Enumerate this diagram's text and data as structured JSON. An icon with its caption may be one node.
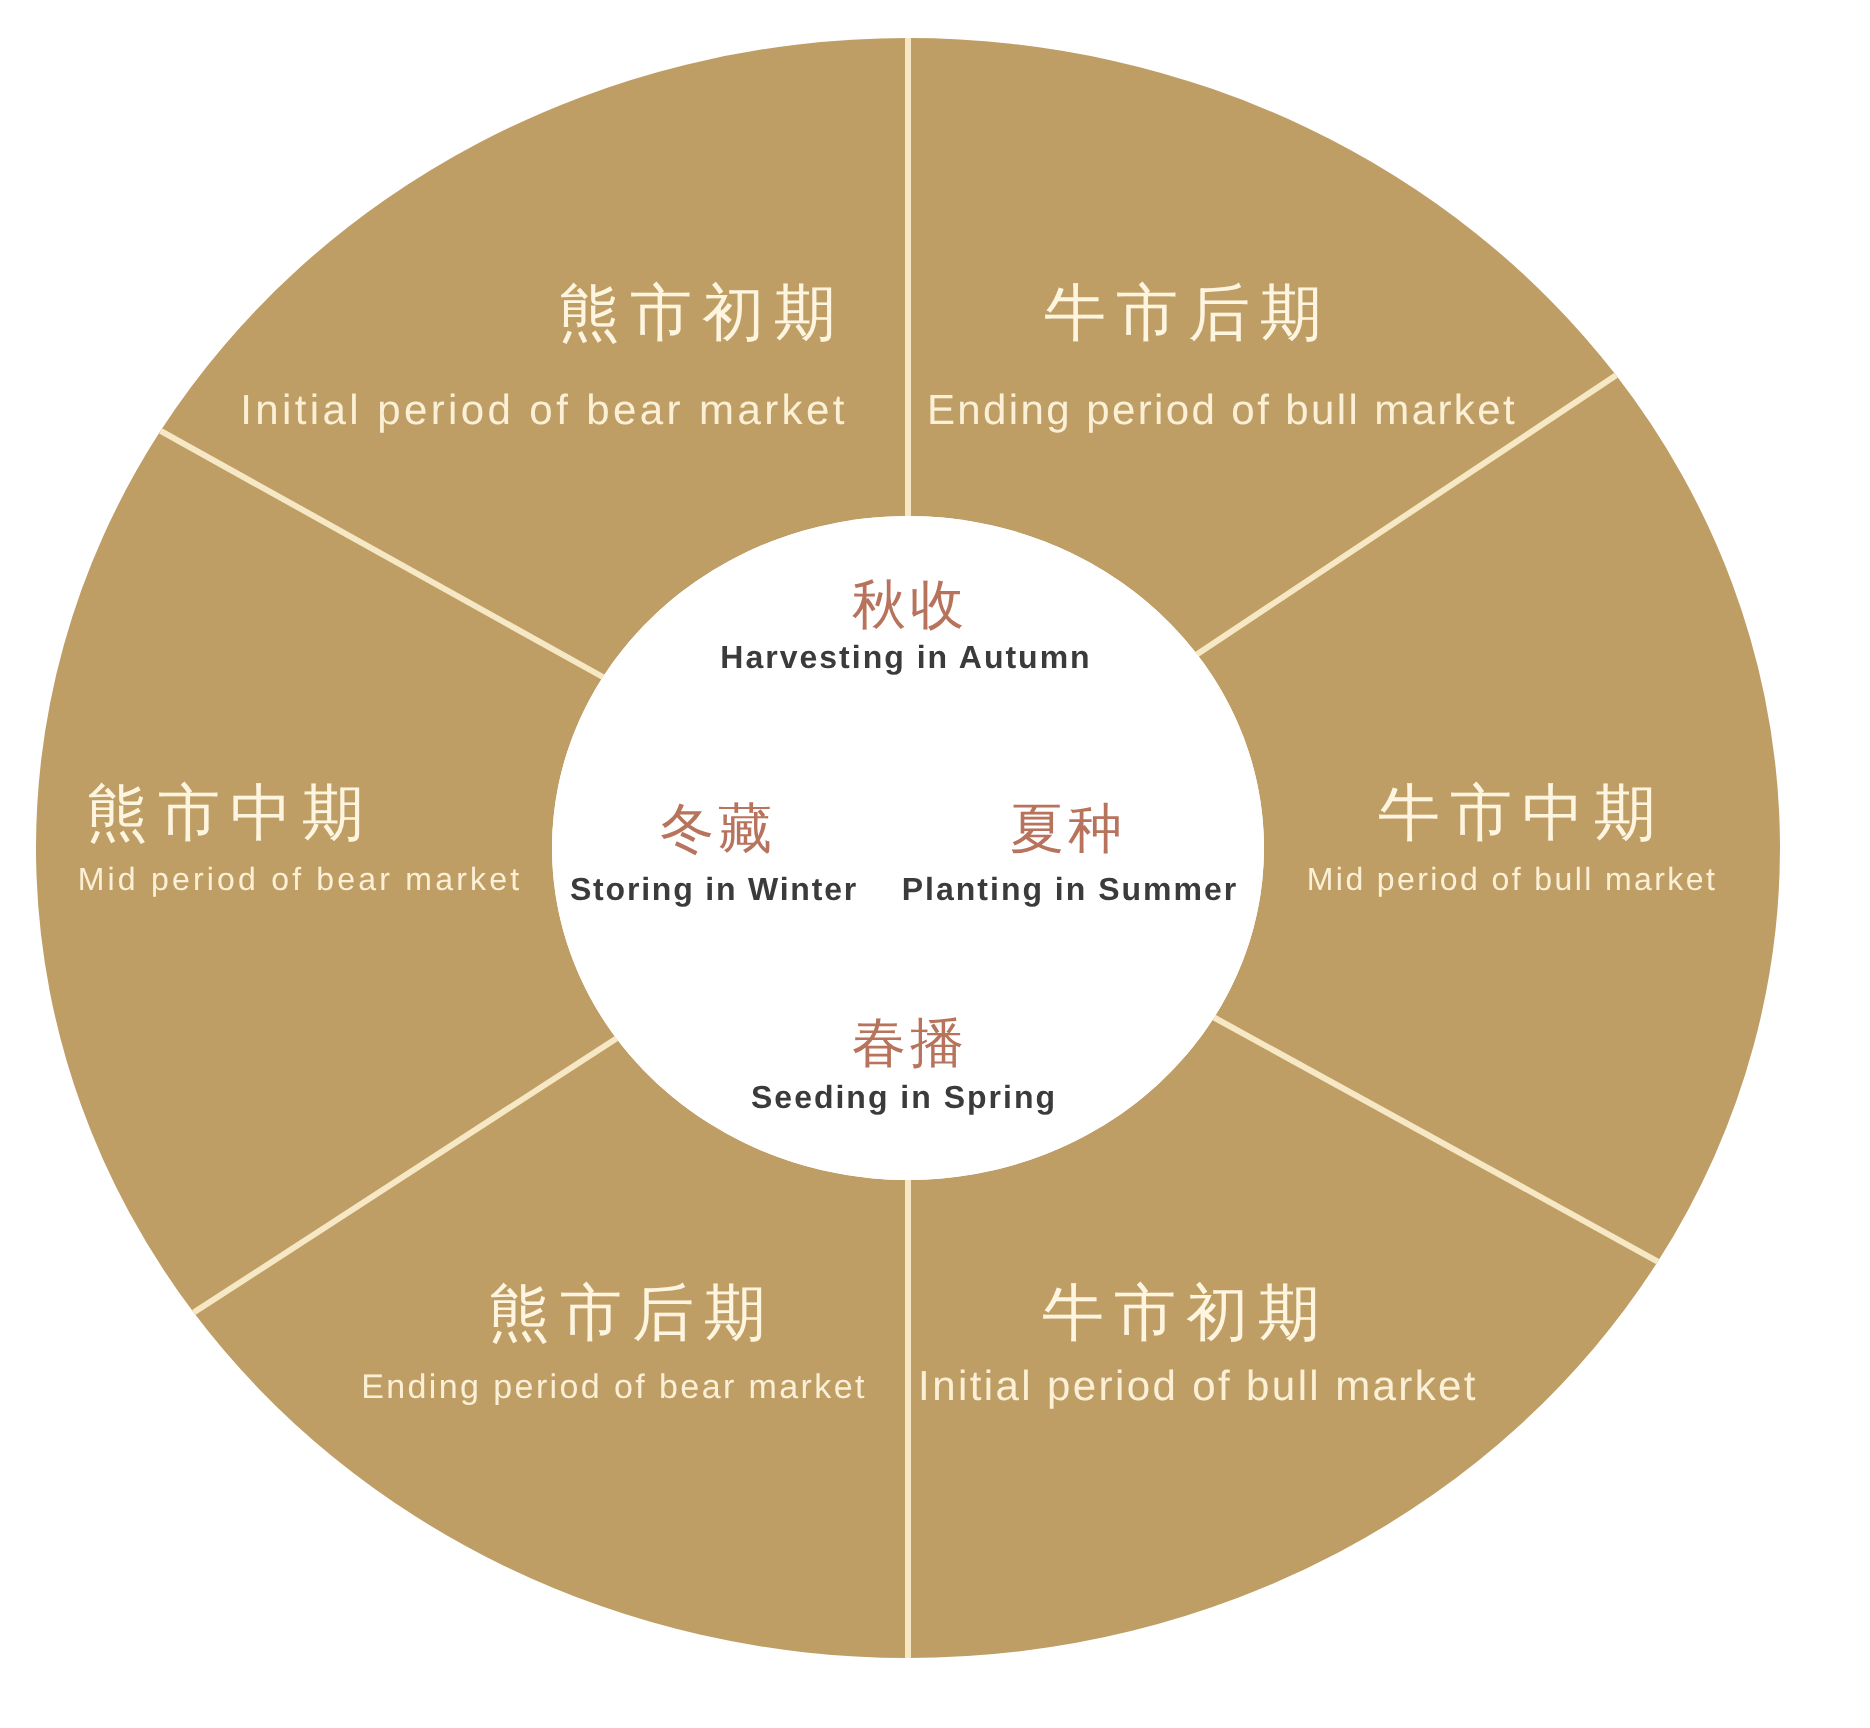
{
  "diagram": {
    "nodes": [
      {
        "text": [
          "熊市初期",
          "Initial period of bear market"
        ]
      },
      {
        "text": [
          "牛市后期",
          "Ending period of bull market"
        ]
      },
      {
        "text": [
          "熊市中期",
          "Mid period of bear market"
        ]
      },
      {
        "text": [
          "秋收",
          "Harvesting in Autumn",
          "冬藏",
          "Storing in Winter",
          "夏种",
          "Planting in Summer",
          "春播",
          "Seeding in Spring"
        ]
      },
      {
        "text": [
          "牛市中期",
          "Mid period of bull market"
        ]
      },
      {
        "text": [
          "熊市后期",
          "Ending period of bear market"
        ]
      },
      {
        "text": [
          "牛市初期",
          "Initial period of bull market"
        ]
      }
    ]
  }
}
